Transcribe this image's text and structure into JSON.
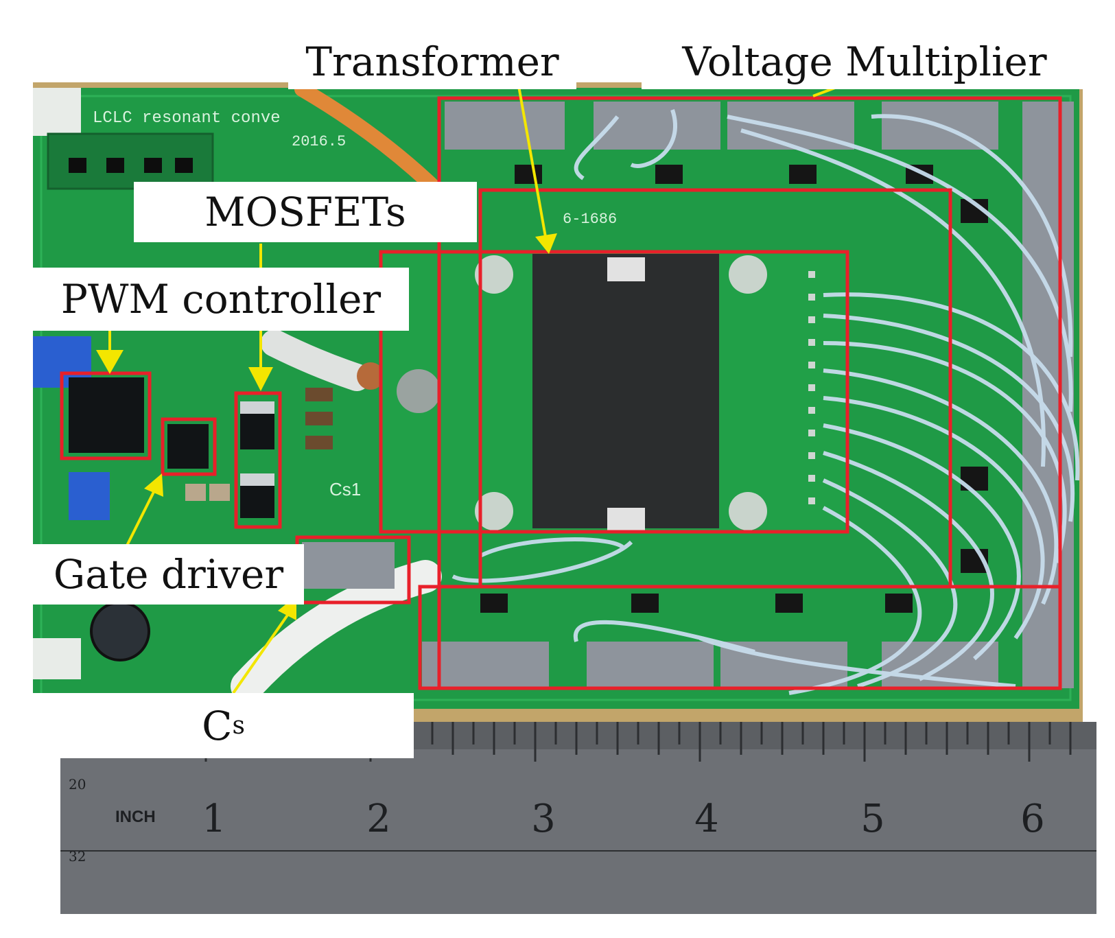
{
  "labels": {
    "transformer": "Transformer",
    "voltage_multiplier": "Voltage Multiplier",
    "mosfets": "MOSFETs",
    "pwm_controller": "PWM controller",
    "gate_driver": "Gate driver",
    "cs_main": "C",
    "cs_sub": "s"
  },
  "board_silkscreen": {
    "title": "LCLC resonant conve",
    "date": "2016.5",
    "cs1": "Cs1",
    "part_no": "6-1686"
  },
  "ruler": {
    "unit_label": "INCH",
    "ticks": [
      "1",
      "2",
      "3",
      "4",
      "5",
      "6"
    ],
    "side_marks": [
      "20",
      "32"
    ]
  },
  "colors": {
    "pcb_green": "#1f9a46",
    "highlight_red": "#e8202a",
    "arrow_yellow": "#f3e600",
    "ruler_steel": "#6d7075",
    "core_black": "#2b2d2e",
    "capacitor_grey": "#8e949c"
  }
}
